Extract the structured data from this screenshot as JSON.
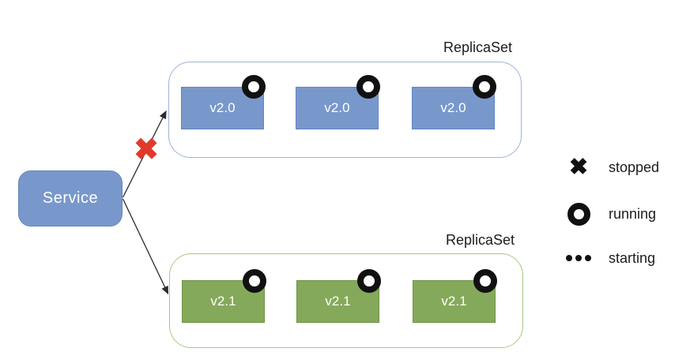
{
  "service": {
    "label": "Service"
  },
  "replicaset_top": {
    "label": "ReplicaSet",
    "connection_status": "stopped",
    "pods": [
      {
        "label": "v2.0",
        "status": "running"
      },
      {
        "label": "v2.0",
        "status": "running"
      },
      {
        "label": "v2.0",
        "status": "running"
      }
    ]
  },
  "replicaset_bottom": {
    "label": "ReplicaSet",
    "connection_status": "active",
    "pods": [
      {
        "label": "v2.1",
        "status": "running"
      },
      {
        "label": "v2.1",
        "status": "running"
      },
      {
        "label": "v2.1",
        "status": "running"
      }
    ]
  },
  "legend": {
    "items": [
      {
        "icon": "stopped-x-icon",
        "label": "stopped"
      },
      {
        "icon": "running-circle-icon",
        "label": "running"
      },
      {
        "icon": "starting-dots-icon",
        "label": "starting"
      }
    ]
  },
  "glyphs": {
    "x_mark": "✖"
  },
  "colors": {
    "pod_blue": "#7898cc",
    "pod_blue_border": "#6285bd",
    "pod_green": "#85a95a",
    "pod_green_border": "#6f9447",
    "container_blue_border": "#9db3d8",
    "container_green_border": "#a6ca7d",
    "stopped_red": "#e13a2b",
    "status_black": "#111111"
  }
}
